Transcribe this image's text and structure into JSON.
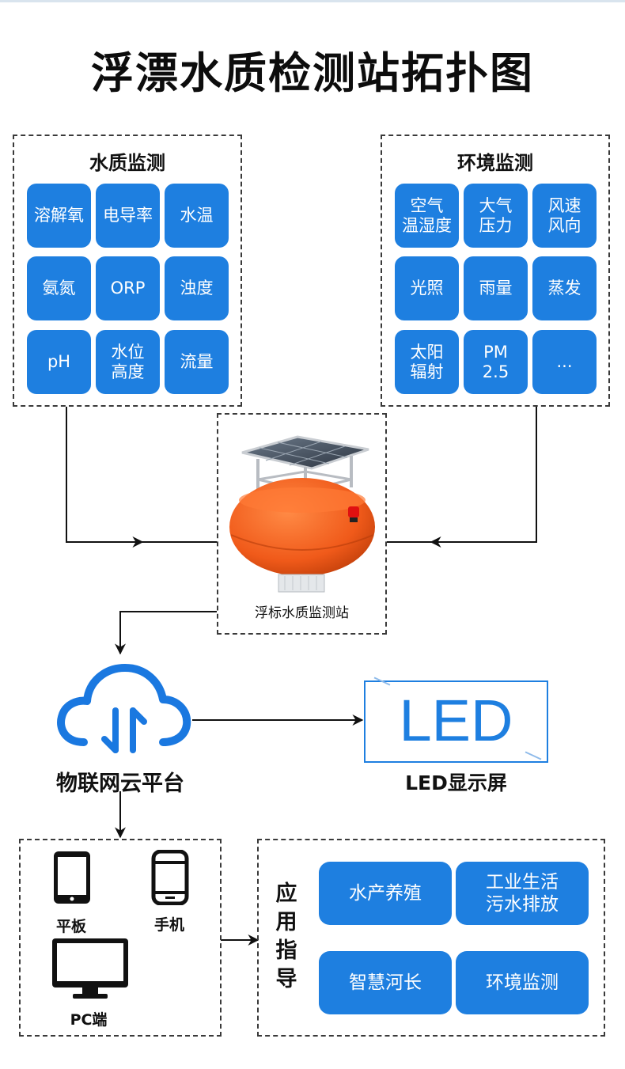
{
  "title": "浮漂水质检测站拓扑图",
  "water_quality": {
    "title": "水质监测",
    "items": [
      "溶解氧",
      "电导率",
      "水温",
      "氨氮",
      "ORP",
      "浊度",
      "pH",
      "水位\n高度",
      "流量"
    ]
  },
  "environment": {
    "title": "环境监测",
    "items": [
      "空气\n温湿度",
      "大气\n压力",
      "风速\n风向",
      "光照",
      "雨量",
      "蒸发",
      "太阳\n辐射",
      "PM\n2.5",
      "..."
    ]
  },
  "station": {
    "label": "浮标水质监测站"
  },
  "cloud": {
    "label": "物联网云平台"
  },
  "led": {
    "screen_text": "LED",
    "label": "LED显示屏"
  },
  "devices": {
    "tablet": "平板",
    "phone": "手机",
    "pc": "PC端"
  },
  "applications": {
    "title": "应用指导",
    "items": [
      "水产养殖",
      "工业生活\n污水排放",
      "智慧河长",
      "环境监测"
    ]
  },
  "colors": {
    "tile": "#1e7fe0",
    "cloud": "#1a78e0",
    "buoy": "#f05a1a"
  }
}
